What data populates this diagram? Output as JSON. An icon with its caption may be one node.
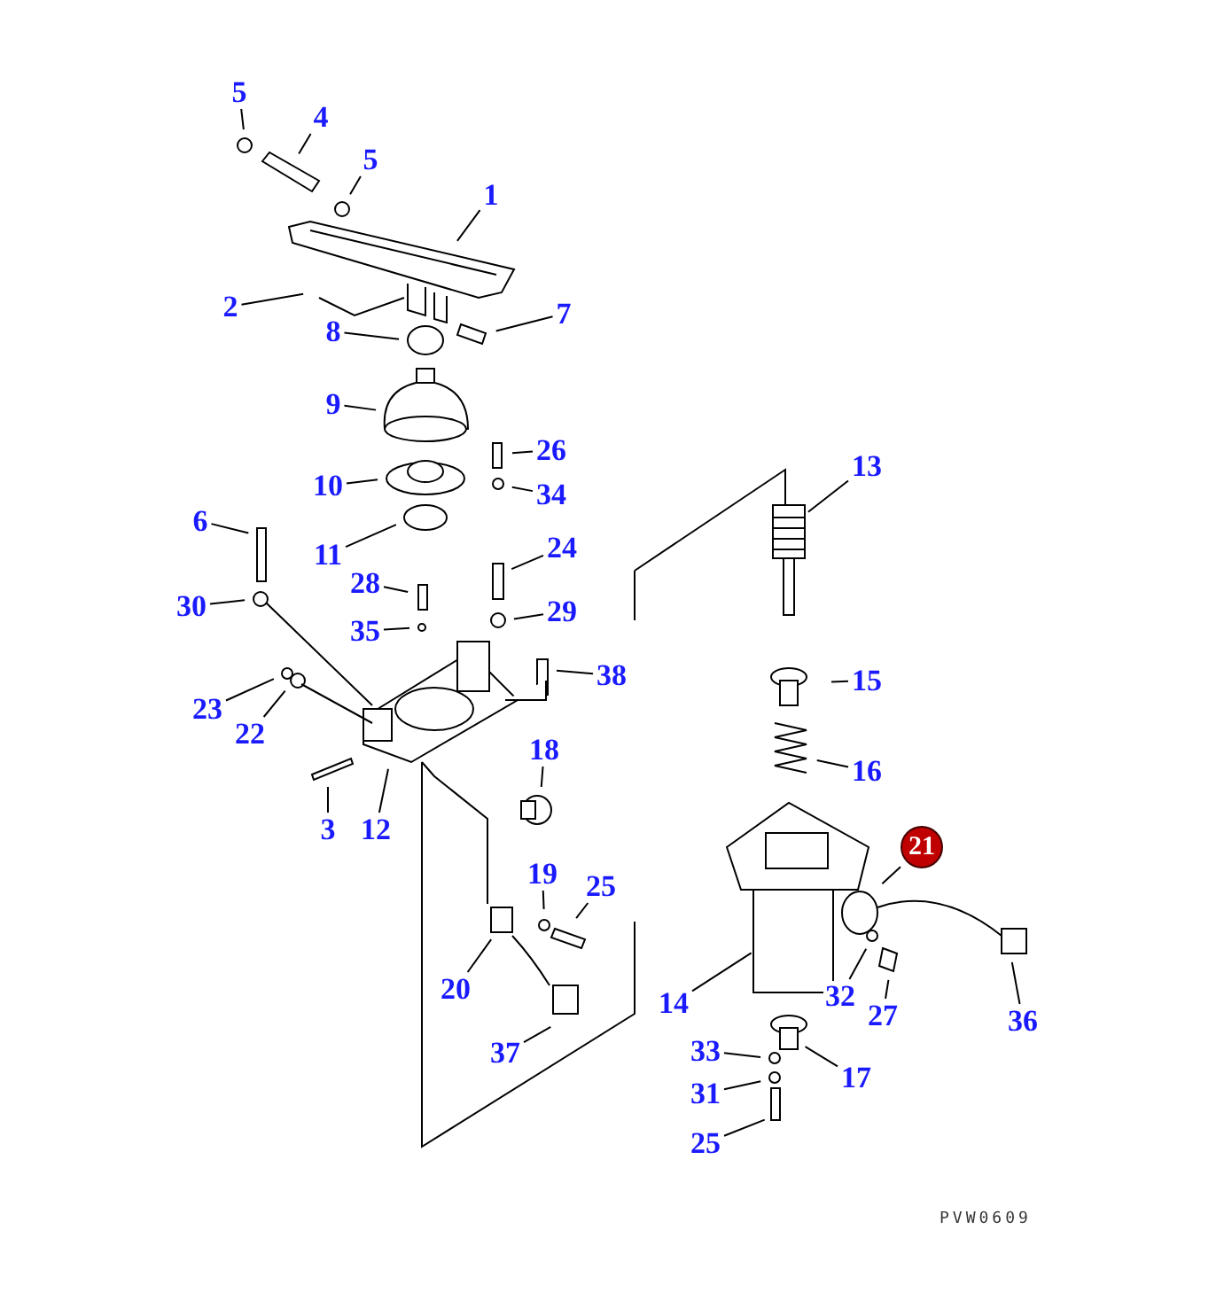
{
  "diagram": {
    "nodes": [
      {
        "text": [
          "5"
        ]
      },
      {
        "text": [
          "4"
        ]
      },
      {
        "text": [
          "5"
        ]
      },
      {
        "text": [
          "1"
        ]
      },
      {
        "text": [
          "2"
        ]
      },
      {
        "text": [
          "8"
        ]
      },
      {
        "text": [
          "7"
        ]
      },
      {
        "text": [
          "9"
        ]
      },
      {
        "text": [
          "26"
        ]
      },
      {
        "text": [
          "10"
        ]
      },
      {
        "text": [
          "34"
        ]
      },
      {
        "text": [
          "11"
        ]
      },
      {
        "text": [
          "6"
        ]
      },
      {
        "text": [
          "13"
        ]
      },
      {
        "text": [
          "24"
        ]
      },
      {
        "text": [
          "28"
        ]
      },
      {
        "text": [
          "29"
        ]
      },
      {
        "text": [
          "30"
        ]
      },
      {
        "text": [
          "35"
        ]
      },
      {
        "text": [
          "38"
        ]
      },
      {
        "text": [
          "15"
        ]
      },
      {
        "text": [
          "23"
        ]
      },
      {
        "text": [
          "22"
        ]
      },
      {
        "text": [
          "18"
        ]
      },
      {
        "text": [
          "16"
        ]
      },
      {
        "text": [
          "3"
        ]
      },
      {
        "text": [
          "12"
        ]
      },
      {
        "text": [
          "21"
        ]
      },
      {
        "text": [
          "19"
        ]
      },
      {
        "text": [
          "25"
        ]
      },
      {
        "text": [
          "20"
        ]
      },
      {
        "text": [
          "32"
        ]
      },
      {
        "text": [
          "14"
        ]
      },
      {
        "text": [
          "27"
        ]
      },
      {
        "text": [
          "36"
        ]
      },
      {
        "text": [
          "37"
        ]
      },
      {
        "text": [
          "33"
        ]
      },
      {
        "text": [
          "17"
        ]
      },
      {
        "text": [
          "31"
        ]
      },
      {
        "text": [
          "25"
        ]
      }
    ],
    "edges": [
      {
        "from": 0,
        "to": null,
        "arrow": "none"
      },
      {
        "from": 1,
        "to": null,
        "arrow": "none"
      },
      {
        "from": 2,
        "to": null,
        "arrow": "none"
      },
      {
        "from": 3,
        "to": null,
        "arrow": "none"
      },
      {
        "from": 4,
        "to": null,
        "arrow": "none"
      },
      {
        "from": 5,
        "to": null,
        "arrow": "none"
      },
      {
        "from": 6,
        "to": null,
        "arrow": "none"
      },
      {
        "from": 7,
        "to": null,
        "arrow": "none"
      },
      {
        "from": 8,
        "to": null,
        "arrow": "none"
      },
      {
        "from": 9,
        "to": null,
        "arrow": "none"
      },
      {
        "from": 10,
        "to": null,
        "arrow": "none"
      },
      {
        "from": 11,
        "to": null,
        "arrow": "none"
      },
      {
        "from": 12,
        "to": null,
        "arrow": "none"
      },
      {
        "from": 13,
        "to": null,
        "arrow": "none"
      },
      {
        "from": 14,
        "to": null,
        "arrow": "none"
      },
      {
        "from": 15,
        "to": null,
        "arrow": "none"
      },
      {
        "from": 16,
        "to": null,
        "arrow": "none"
      },
      {
        "from": 17,
        "to": null,
        "arrow": "none"
      },
      {
        "from": 18,
        "to": null,
        "arrow": "none"
      },
      {
        "from": 19,
        "to": null,
        "arrow": "none"
      },
      {
        "from": 20,
        "to": null,
        "arrow": "none"
      },
      {
        "from": 21,
        "to": null,
        "arrow": "none"
      },
      {
        "from": 22,
        "to": null,
        "arrow": "none"
      },
      {
        "from": 23,
        "to": null,
        "arrow": "none"
      },
      {
        "from": 24,
        "to": null,
        "arrow": "none"
      },
      {
        "from": 25,
        "to": null,
        "arrow": "none"
      },
      {
        "from": 26,
        "to": null,
        "arrow": "none"
      },
      {
        "from": 27,
        "to": null,
        "arrow": "none"
      },
      {
        "from": 28,
        "to": null,
        "arrow": "none"
      },
      {
        "from": 29,
        "to": null,
        "arrow": "none"
      },
      {
        "from": 30,
        "to": null,
        "arrow": "none"
      },
      {
        "from": 31,
        "to": null,
        "arrow": "none"
      },
      {
        "from": 32,
        "to": null,
        "arrow": "none"
      },
      {
        "from": 33,
        "to": null,
        "arrow": "none"
      },
      {
        "from": 34,
        "to": null,
        "arrow": "none"
      },
      {
        "from": 35,
        "to": null,
        "arrow": "none"
      },
      {
        "from": 36,
        "to": null,
        "arrow": "none"
      },
      {
        "from": 37,
        "to": null,
        "arrow": "none"
      },
      {
        "from": 38,
        "to": null,
        "arrow": "none"
      },
      {
        "from": 39,
        "to": null,
        "arrow": "none"
      }
    ],
    "labels": [
      "PVW0609"
    ]
  }
}
